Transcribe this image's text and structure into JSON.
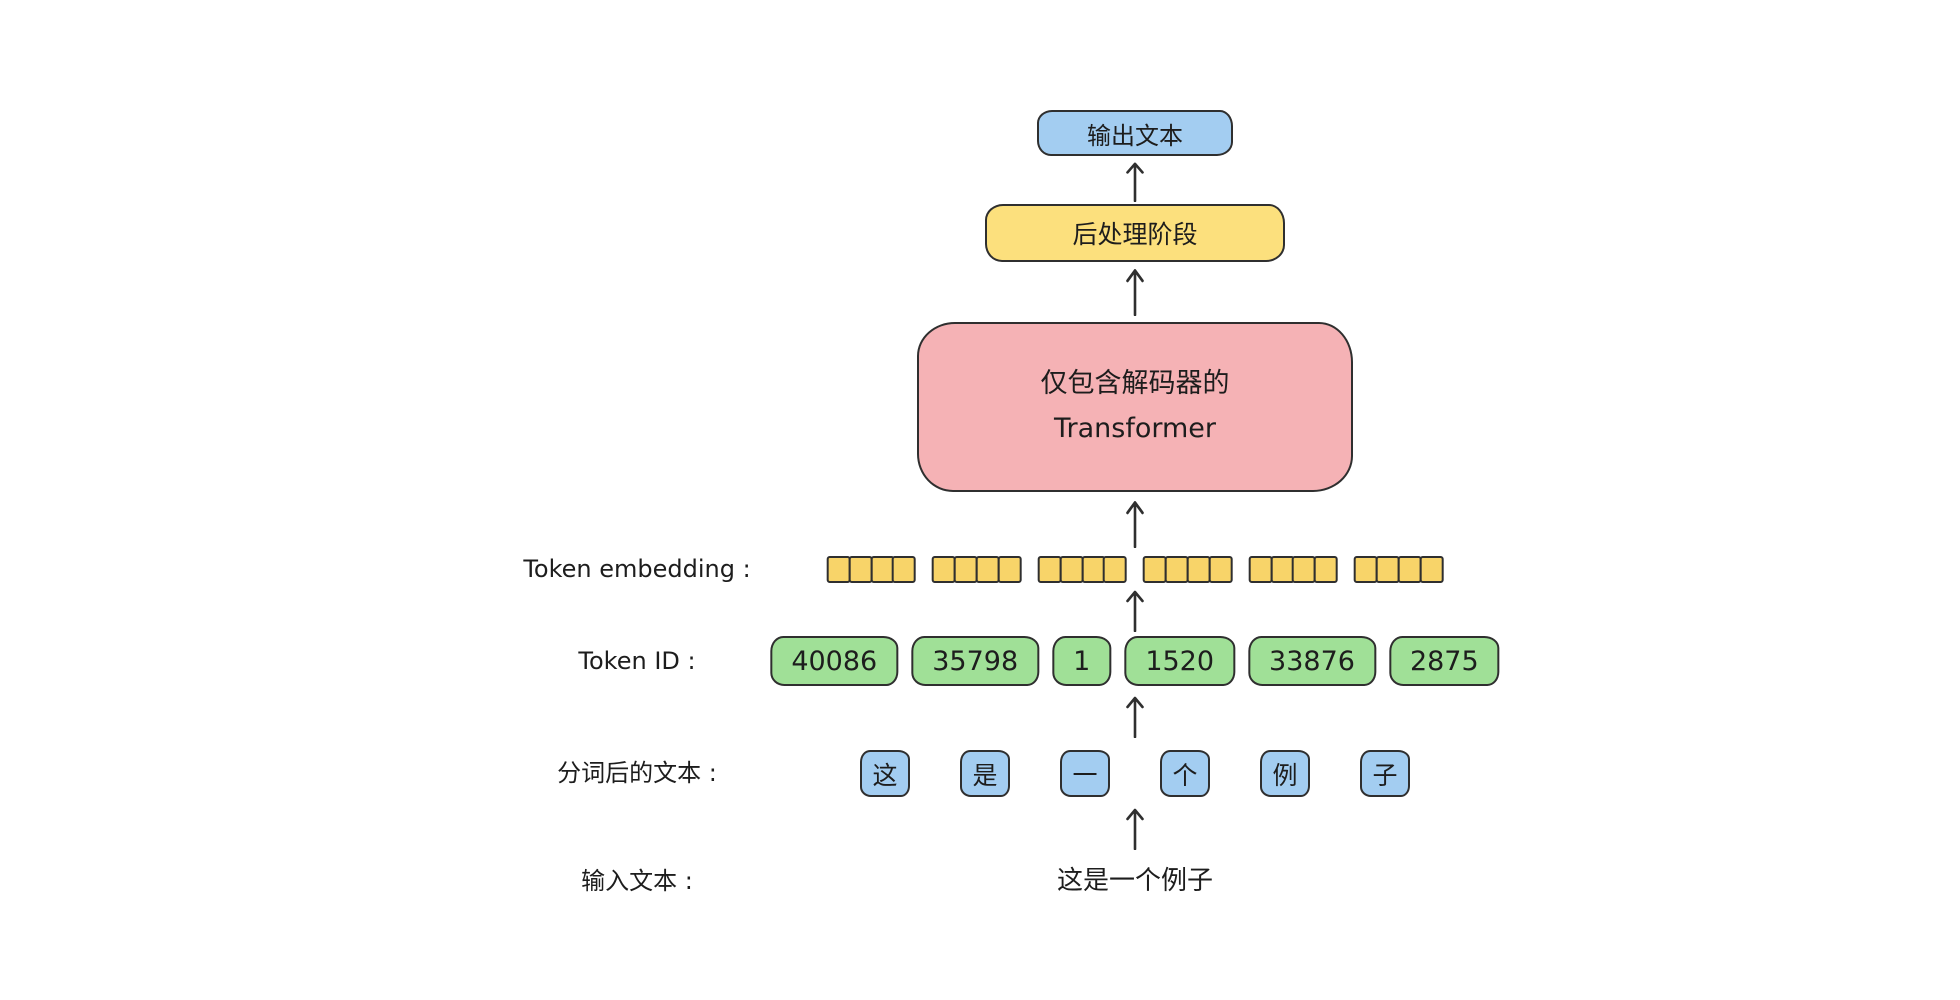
{
  "diagram": {
    "type": "flow",
    "direction": "bottom-to-top",
    "background": "#ffffff",
    "stroke_color": "#2f2f2f",
    "text_color": "#1d1d1d"
  },
  "icons": {
    "arrow_up": "↑"
  },
  "pipeline": {
    "output": {
      "label": "输出文本",
      "fill": "#a3cdf1"
    },
    "postprocess": {
      "label": "后处理阶段",
      "fill": "#fce07d"
    },
    "transformer": {
      "label_line1": "仅包含解码器的",
      "label_line2": "Transformer",
      "fill": "#f5b2b5"
    },
    "embedding_row": {
      "label": "Token embedding :",
      "square_fill": "#f8d469",
      "groups": [
        4,
        4,
        4,
        4,
        4,
        4
      ]
    },
    "token_id_row": {
      "label": "Token ID :",
      "fill": "#a0e097",
      "values": [
        "40086",
        "35798",
        "1",
        "1520",
        "33876",
        "2875"
      ]
    },
    "tokenized_row": {
      "label": "分词后的文本 :",
      "fill": "#a3cdf1",
      "tokens": [
        "这",
        "是",
        "一",
        "个",
        "例",
        "子"
      ]
    },
    "input_row": {
      "label": "输入文本 :",
      "text": "这是一个例子"
    }
  }
}
